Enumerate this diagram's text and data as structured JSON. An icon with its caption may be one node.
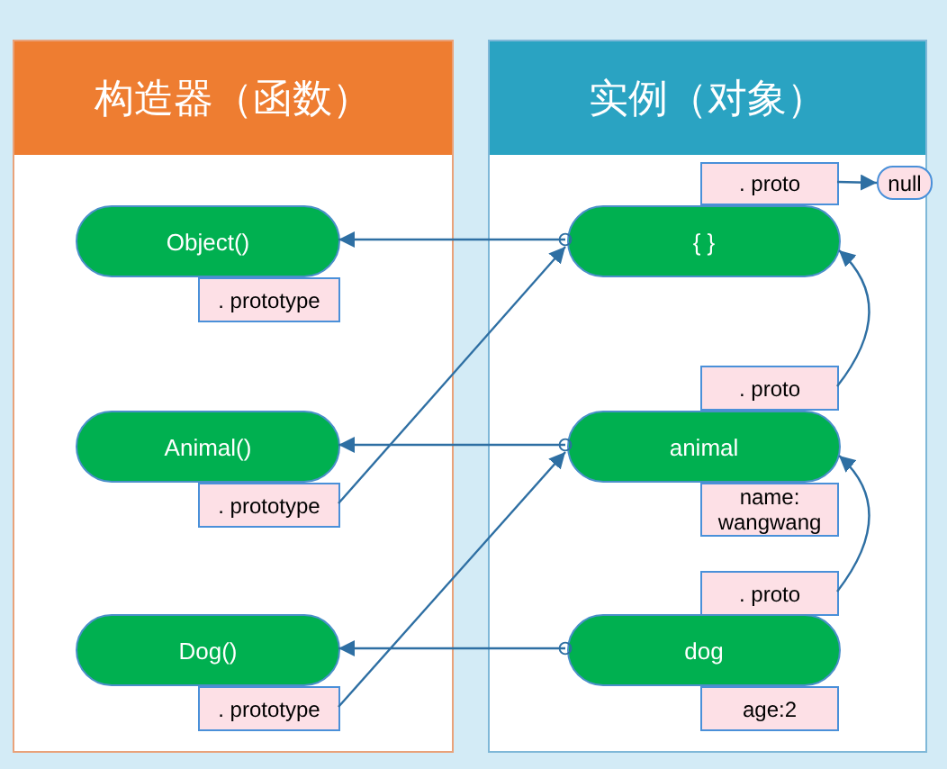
{
  "diagram": {
    "nodes": [
      {
        "text": [
          "构造器（函数）"
        ]
      },
      {
        "text": [
          "实例（对象）"
        ]
      },
      {
        "text": [
          "Object()"
        ],
        "in": 0
      },
      {
        "text": [
          ". prototype"
        ],
        "in": 0
      },
      {
        "text": [
          "Animal()"
        ],
        "in": 0
      },
      {
        "text": [
          ". prototype"
        ],
        "in": 0
      },
      {
        "text": [
          "Dog()"
        ],
        "in": 0
      },
      {
        "text": [
          ". prototype"
        ],
        "in": 0
      },
      {
        "text": [
          ". proto"
        ],
        "in": 1
      },
      {
        "text": [
          "null"
        ]
      },
      {
        "text": [
          "{ }"
        ],
        "in": 1
      },
      {
        "text": [
          ". proto"
        ],
        "in": 1
      },
      {
        "text": [
          "animal"
        ],
        "in": 1
      },
      {
        "text": [
          "name: wangwang"
        ],
        "in": 1
      },
      {
        "text": [
          ". proto"
        ],
        "in": 1
      },
      {
        "text": [
          "dog"
        ],
        "in": 1
      },
      {
        "text": [
          "age:2"
        ],
        "in": 1
      }
    ],
    "edges": [
      {
        "from": 10,
        "to": 2,
        "arrow": "to"
      },
      {
        "from": 12,
        "to": 4,
        "arrow": "to"
      },
      {
        "from": 15,
        "to": 6,
        "arrow": "to"
      },
      {
        "from": 5,
        "to": 10,
        "arrow": "to"
      },
      {
        "from": 7,
        "to": 12,
        "arrow": "to"
      },
      {
        "from": 8,
        "to": 9,
        "arrow": "to"
      },
      {
        "from": 11,
        "to": 10,
        "arrow": "to"
      },
      {
        "from": 14,
        "to": 12,
        "arrow": "to"
      }
    ]
  }
}
